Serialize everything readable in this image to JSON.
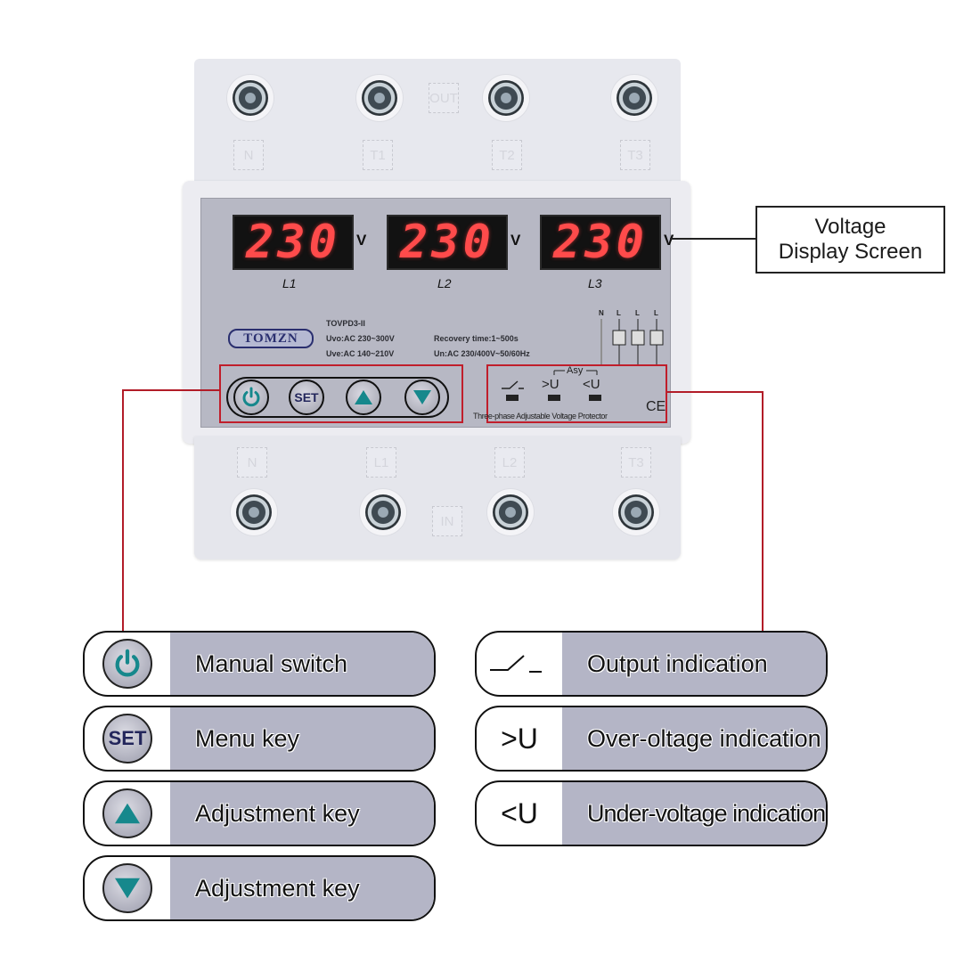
{
  "device": {
    "top_terminals": [
      "N",
      "T1",
      "T2",
      "T3"
    ],
    "top_center_label": "OUT",
    "bottom_terminals": [
      "N",
      "L1",
      "L2",
      "T3"
    ],
    "bottom_center_label": "IN",
    "displays": [
      {
        "value": "230",
        "unit": "V",
        "line": "L1"
      },
      {
        "value": "230",
        "unit": "V",
        "line": "L2"
      },
      {
        "value": "230",
        "unit": "V",
        "line": "L3"
      }
    ],
    "brand": "TOMZN",
    "model": "TOVPD3-II",
    "specs": {
      "uvo_over": "Uvo:AC 230~300V",
      "uvo_under": "Uve:AC 140~210V",
      "recovery": "Recovery time:1~500s",
      "rated": "Un:AC 230/400V~50/60Hz"
    },
    "wiring_labels": [
      "N",
      "L",
      "L",
      "L"
    ],
    "buttons": {
      "power": "power-icon",
      "set": "SET",
      "up": "up-triangle-icon",
      "down": "down-triangle-icon"
    },
    "indicators": {
      "asy_label": "Asy",
      "output_symbol": "_/_",
      "over_symbol": ">U",
      "under_symbol": "<U"
    },
    "product_name": "Three-phase Adjustable Voltage Protector",
    "ce_mark": "CE"
  },
  "callout": {
    "line1": "Voltage",
    "line2": "Display Screen"
  },
  "legend": {
    "left": [
      {
        "icon": "power-icon",
        "label": "Manual switch"
      },
      {
        "icon": "SET",
        "label": "Menu key"
      },
      {
        "icon": "up-triangle-icon",
        "label": "Adjustment key"
      },
      {
        "icon": "down-triangle-icon",
        "label": "Adjustment key"
      }
    ],
    "right": [
      {
        "icon": "switch-symbol",
        "symbol": "_/_",
        "label": "Output indication"
      },
      {
        "icon": "over-voltage-symbol",
        "symbol": ">U",
        "label": "Over-oltage indication"
      },
      {
        "icon": "under-voltage-symbol",
        "symbol": "<U",
        "label": "Under-voltage indication"
      }
    ]
  },
  "colors": {
    "accent_teal": "#16888c",
    "callout_red": "#b21c28",
    "led_red": "#ff4b4b",
    "panel_gray": "#b7b8c4",
    "legend_gray": "#b4b5c6"
  }
}
